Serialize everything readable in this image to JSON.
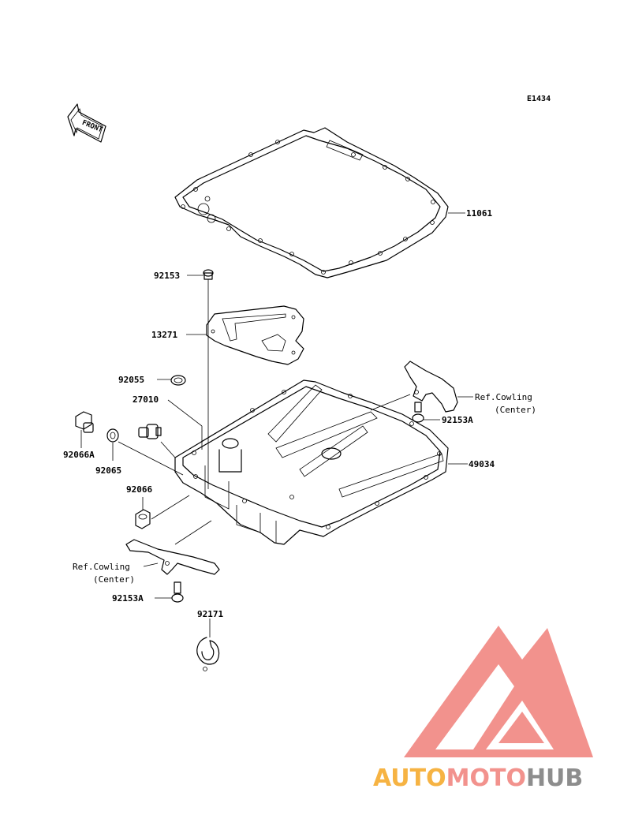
{
  "figure_id": "E1434",
  "front_label": "FRONT",
  "parts": {
    "gasket": "11061",
    "bolt_top": "92153",
    "baffle_plate": "13271",
    "o_ring": "92055",
    "oil_pressure_switch": "27010",
    "drain_plug": "92066A",
    "gasket_washer": "92065",
    "plug": "92066",
    "oil_pan": "49034",
    "bolt_right": "92153A",
    "bolt_left": "92153A",
    "band": "92171"
  },
  "refs": {
    "right_line1": "Ref.Cowling",
    "right_line2": "(Center)",
    "left_line1": "Ref.Cowling",
    "left_line2": "(Center)"
  },
  "watermark": {
    "part1": "AUTO",
    "part2": "MOTO",
    "part3": "HUB",
    "color_orange": "#f5a623",
    "color_pink": "#f0807a",
    "color_grey": "#7a7a7a"
  }
}
